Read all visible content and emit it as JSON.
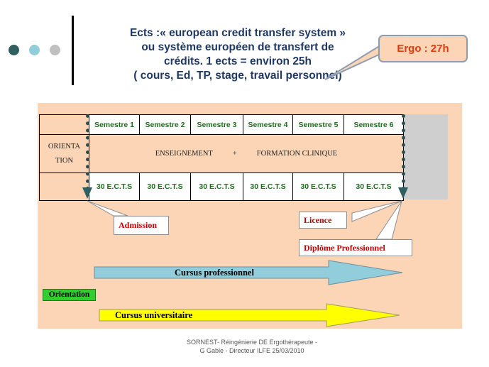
{
  "slide": {
    "title_lines": [
      "Ects :« european credit transfer system »",
      "ou système européen de transfert de",
      "crédits. 1 ects = environ 25h",
      "( cours, Ed, TP, stage, travail personnel)"
    ],
    "callout": "Ergo : 27h",
    "footer_lines": [
      "SORNEST- Réingénierie  DE Ergothérapeute -",
      "G Gable - Directeur ILFE  25/03/2010"
    ]
  },
  "diagram": {
    "semesters": [
      "Semestre 1",
      "Semestre 2",
      "Semestre 3",
      "Semestre 4",
      "Semestre 5",
      "Semestre 6"
    ],
    "ects": [
      "30 E.C.T.S",
      "30 E.C.T.S",
      "30 E.C.T.S",
      "30 E.C.T.S",
      "30 E.C.T.S",
      "30 E.C.T.S"
    ],
    "orientation_cell_lines": [
      "ORIENTA",
      "TION"
    ],
    "enseignement": {
      "left": "ENSEIGNEMENT",
      "plus": "+",
      "right": "FORMATION CLINIQUE"
    },
    "admission": "Admission",
    "licence": "Licence",
    "diplome": "Diplôme Professionnel",
    "cursus_pro": "Cursus professionnel",
    "cursus_univ": "Cursus universitaire",
    "orientation_tag": "Orientation",
    "colors": {
      "panel": "#fbd5b5",
      "title": "#1f3864",
      "semester_text": "#1e6b1e",
      "label_red": "#c00000",
      "arrow_pro": "#92cddc",
      "arrow_univ": "#ffff00",
      "orientation_green": "#33cc33",
      "dot_dark": "#2f5f5f",
      "dot_light": "#92cddc",
      "dot_grey": "#c0c0c0"
    }
  }
}
